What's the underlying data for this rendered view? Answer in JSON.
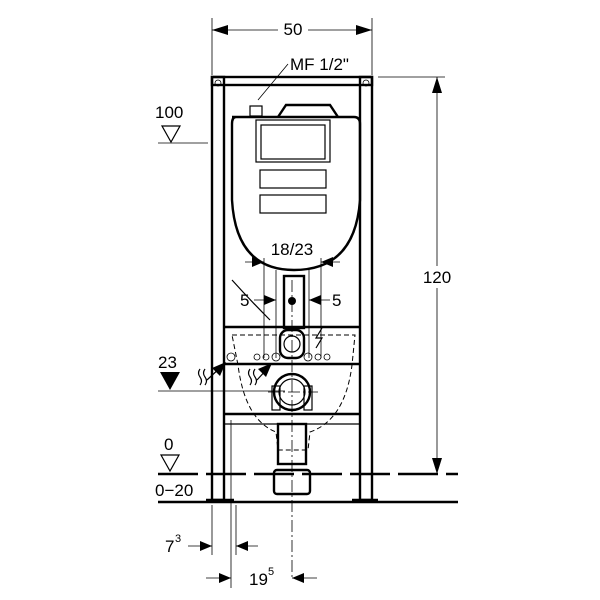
{
  "drawing": {
    "width_label": "50",
    "height_label": "120",
    "connection_label": "MF 1/2\"",
    "level_top_label": "100",
    "level_mid_label": "23",
    "level_floor_label": "0",
    "floor_range_label": "0−20",
    "spacing_label": "18/23",
    "offset_left_label": "5",
    "offset_right_label": "5",
    "wall_offset_base": "7",
    "wall_offset_sup": "3",
    "drain_offset_base": "19",
    "drain_offset_sup": "5"
  }
}
